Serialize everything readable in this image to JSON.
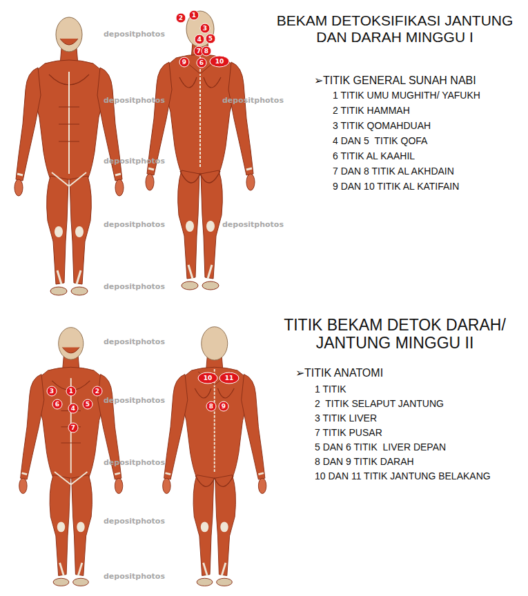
{
  "diagram": {
    "title": "BEKAM DETOKSIFIKASI JANTUNG DAN DARAH MINGGU I",
    "labels": [
      "depositphotos",
      "depositphotos",
      "depositphotos",
      "depositphotos",
      "depositphotos",
      "depositphotos",
      "depositphotos",
      "depositphotos",
      "depositphotos",
      "depositphotos",
      "depositphotos",
      "depositphotos",
      "1",
      "2",
      "3",
      "4",
      "5",
      "7",
      "8",
      "9",
      "6",
      "10",
      "➢TITIK GENERAL SUNAH NABI",
      "1 TITIK UMU MUGHITH/ YAFUKH",
      "2 TITIK HAMMAH",
      "3 TITIK QOMAHDUAH",
      "4 DAN 5  TITIK QOFA",
      "6 TITIK AL KAAHIL",
      "7 DAN 8 TITIK AL AKHDAIN",
      "9 DAN 10 TITIK AL KATIFAIN",
      "TITIK BEKAM DETOK DARAH/ JANTUNG MINGGU II",
      "➢TITIK ANATOMI",
      "1 TITIK",
      "2  TITIK SELAPUT JANTUNG",
      "3 TITIK LIVER",
      "7 TITIK PUSAR",
      "5 DAN 6 TITIK  LIVER DEPAN",
      "8 DAN 9 TITIK DARAH",
      "10 DAN 11 TITIK JANTUNG BELAKANG",
      "3",
      "1",
      "2",
      "6",
      "5",
      "4",
      "7",
      "10",
      "11",
      "8",
      "9"
    ]
  }
}
